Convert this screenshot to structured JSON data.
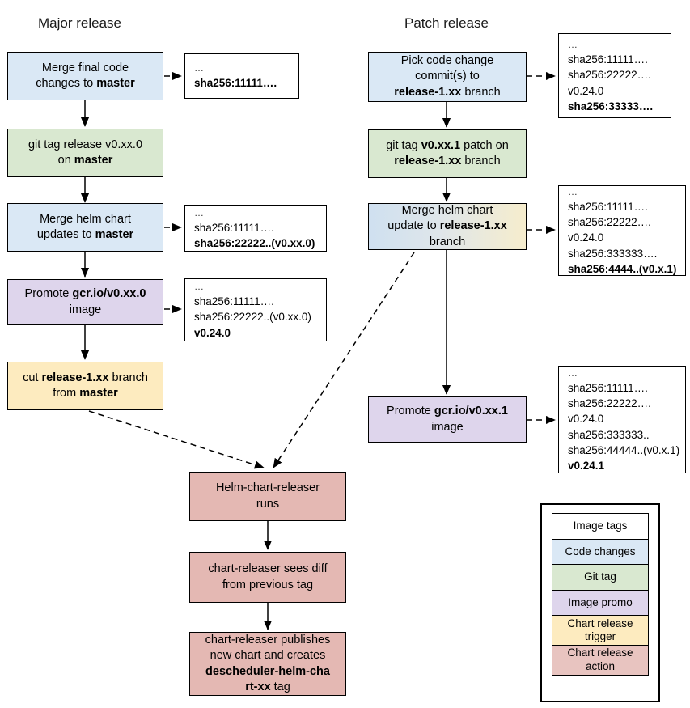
{
  "diagram": {
    "title_major": "Major release",
    "title_patch": "Patch release"
  },
  "major_release": {
    "nodes": [
      {
        "id": "merge-final-code",
        "kind": "Code changes",
        "text_html": "Merge final code<br>changes to <b>master</b>"
      },
      {
        "id": "git-tag-release",
        "kind": "Git tag",
        "text_html": "git tag release v0.xx.0<br>on <b>master</b>"
      },
      {
        "id": "merge-helm-chart",
        "kind": "Code changes",
        "text_html": "Merge helm chart<br>updates to <b>master</b>"
      },
      {
        "id": "promote-image",
        "kind": "Image promo",
        "text_html": "Promote <b>gcr.io/v0.xx.0</b><br>image"
      },
      {
        "id": "cut-release-branch",
        "kind": "Chart release trigger",
        "text_html": "cut <b>release-1.xx</b> branch<br>from <b>master</b>"
      }
    ],
    "tagboxes": [
      {
        "id": "tags-after-merge-final",
        "lines": [
          "…",
          "<b>sha256:11111….</b>"
        ]
      },
      {
        "id": "tags-after-helm-merge",
        "lines": [
          "…",
          "sha256:11111….",
          "<b>sha256:22222..(v0.xx.0)</b>"
        ]
      },
      {
        "id": "tags-after-promote",
        "lines": [
          "…",
          "sha256:11111….",
          "sha256:22222..(v0.xx.0)",
          "<b>v0.24.0</b>"
        ]
      }
    ]
  },
  "patch_release": {
    "nodes": [
      {
        "id": "pick-code-change",
        "kind": "Code changes",
        "text_html": "Pick code change<br>commit(s) to<br><b>release-1.xx</b> branch"
      },
      {
        "id": "git-tag-patch",
        "kind": "Git tag",
        "text_html": "git tag <b>v0.xx.1</b> patch on<br><b>release-1.xx</b> branch"
      },
      {
        "id": "merge-helm-patch",
        "kind": "Code changes / Chart release trigger",
        "text_html": "Merge helm chart<br>update to <b>release-1.xx</b><br>branch"
      },
      {
        "id": "promote-image-patch",
        "kind": "Image promo",
        "text_html": "Promote <b>gcr.io/v0.xx.1</b><br>image"
      }
    ],
    "tagboxes": [
      {
        "id": "tags-after-pick",
        "lines": [
          "…",
          "sha256:11111….",
          "sha256:22222….",
          "v0.24.0",
          "<b>sha256:33333….</b>"
        ]
      },
      {
        "id": "tags-after-helm-patch",
        "lines": [
          "…",
          "sha256:11111….",
          "sha256:22222….",
          "v0.24.0",
          "sha256:333333….",
          "<b>sha256:4444..(v0.x.1)</b>"
        ]
      },
      {
        "id": "tags-after-promote-patch",
        "lines": [
          "…",
          "sha256:11111….",
          "sha256:22222….",
          "v0.24.0",
          "sha256:333333..",
          "sha256:44444..(v0.x.1)",
          "<b>v0.24.1</b>"
        ]
      }
    ]
  },
  "chart_release_flow": {
    "nodes": [
      {
        "id": "helm-chart-releaser-runs",
        "kind": "Chart release action",
        "text_html": "Helm-chart-releaser<br>runs"
      },
      {
        "id": "chart-releaser-sees-diff",
        "kind": "Chart release action",
        "text_html": "chart-releaser sees diff<br>from previous tag"
      },
      {
        "id": "chart-releaser-publishes",
        "kind": "Chart release action",
        "text_html": "chart-releaser publishes<br>new chart and creates<br><b>descheduler-helm-cha</b><br><b>rt-xx</b> tag"
      }
    ]
  },
  "legend": {
    "items": [
      {
        "label": "Image tags",
        "color": "#ffffff"
      },
      {
        "label": "Code changes",
        "color": "#dae8f5"
      },
      {
        "label": "Git tag",
        "color": "#d9e8d0"
      },
      {
        "label": "Image promo",
        "color": "#ded5ec"
      },
      {
        "label": "Chart release\ntrigger",
        "color": "#fdebbf"
      },
      {
        "label": "Chart release\naction",
        "color": "#e8c4c0"
      }
    ]
  },
  "colors": {
    "code_changes": "#dae8f5",
    "git_tag": "#d9e8d0",
    "image_promo": "#ded5ec",
    "chart_release_trigger": "#fdebbf",
    "chart_release_action": "#e4b8b3",
    "stroke": "#000000",
    "background": "#ffffff"
  }
}
